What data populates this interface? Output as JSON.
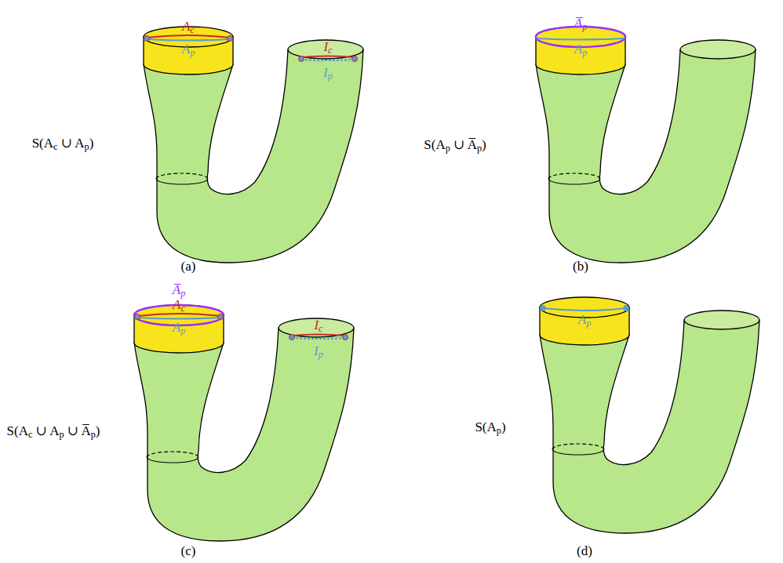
{
  "diagram": {
    "labels": [
      "Ac",
      "Ap",
      "Ic",
      "Ip",
      "S(Ac ∪ Ap)",
      "(a)",
      "A̅p",
      "Ap",
      "S(Ap ∪ A̅p)",
      "(b)",
      "A̅p",
      "Ac",
      "Ap",
      "Ic",
      "Ip",
      "S(Ac ∪ Ap ∪ A̅p)",
      "(c)",
      "Ap",
      "S(Ap)",
      "(d)"
    ]
  }
}
